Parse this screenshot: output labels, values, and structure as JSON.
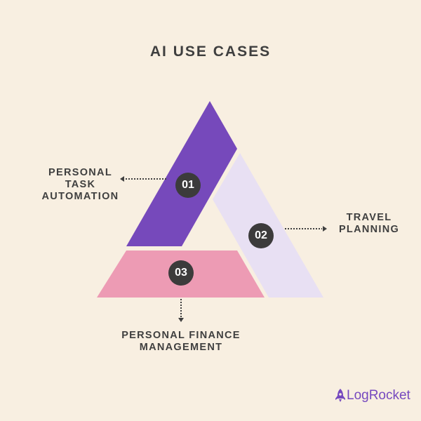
{
  "title": "AI USE CASES",
  "colors": {
    "background": "#f8efe1",
    "segment_01": "#7649bb",
    "segment_02": "#e8e0f3",
    "segment_03": "#ed9bb4",
    "badge": "#3c3b3b",
    "text": "#3f3f3f",
    "brand": "#7649bf"
  },
  "items": [
    {
      "number": "01",
      "label_lines": [
        "PERSONAL",
        "TASK",
        "AUTOMATION"
      ]
    },
    {
      "number": "02",
      "label_lines": [
        "TRAVEL",
        "PLANNING"
      ]
    },
    {
      "number": "03",
      "label_lines": [
        "PERSONAL FINANCE",
        "MANAGEMENT"
      ]
    }
  ],
  "brand": {
    "name": "LogRocket",
    "icon": "rocket-icon"
  }
}
